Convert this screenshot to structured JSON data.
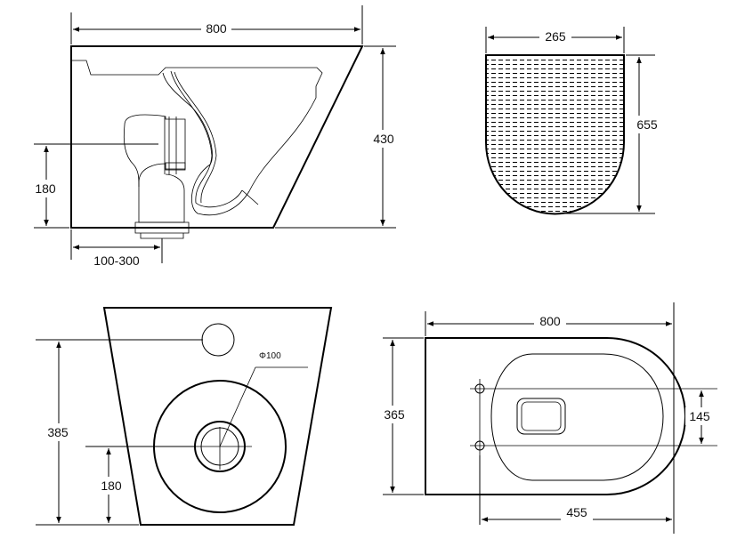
{
  "side_view": {
    "width_label": "800",
    "height_label": "430",
    "outlet_height_label": "180",
    "setout_label": "100-300"
  },
  "top_seat_view": {
    "width_label": "265",
    "length_label": "655"
  },
  "rear_view": {
    "height_label": "385",
    "outlet_height_label": "180",
    "pipe_label": "Φ100"
  },
  "plan_view": {
    "length_label": "800",
    "width_label": "365",
    "bolt_spacing_label": "145",
    "bolt_setout_label": "455"
  },
  "colors": {
    "line": "#000000",
    "background": "#ffffff"
  }
}
